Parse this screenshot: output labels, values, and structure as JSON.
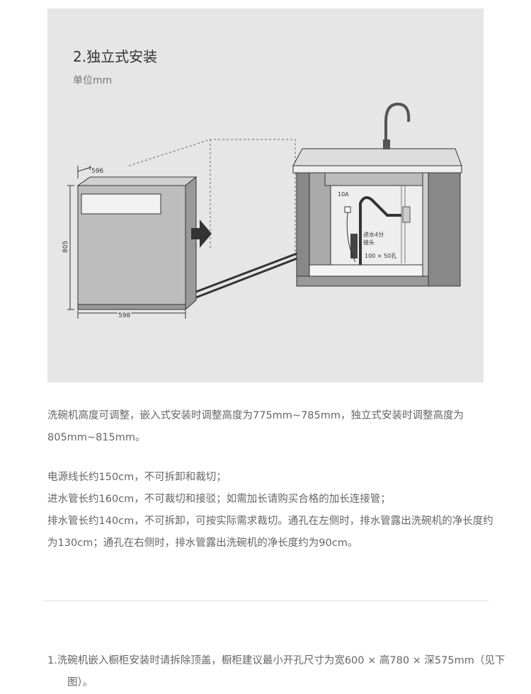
{
  "diagram": {
    "title": "2.独立式安装",
    "unit": "单位mm",
    "labels": {
      "depth": "596",
      "height": "805",
      "width": "598",
      "socket": "10A",
      "inlet_line1": "进水4分",
      "inlet_line2": "接头",
      "hole": "100 × 50孔"
    }
  },
  "paragraphs": {
    "height_adjust": "洗碗机高度可调整，嵌入式安装时调整高度为775mm~785mm，独立式安装时调整高度为805mm~815mm。",
    "power_cord": "电源线长约150cm，不可拆卸和裁切；",
    "inlet_hose": "进水管长约160cm，不可裁切和接驳；如需加长请购买合格的加长连接管；",
    "drain_hose": "排水管长约140cm，不可拆卸，可按实际需求裁切。通孔在左侧时，排水管露出洗碗机的净长度约为130cm；通孔在右侧时，排水管露出洗碗机的净长度约为90cm。"
  },
  "note": "1.洗碗机嵌入橱柜安装时请拆除顶盖，橱柜建议最小开孔尺寸为宽600 × 高780 × 深575mm（见下图）。"
}
